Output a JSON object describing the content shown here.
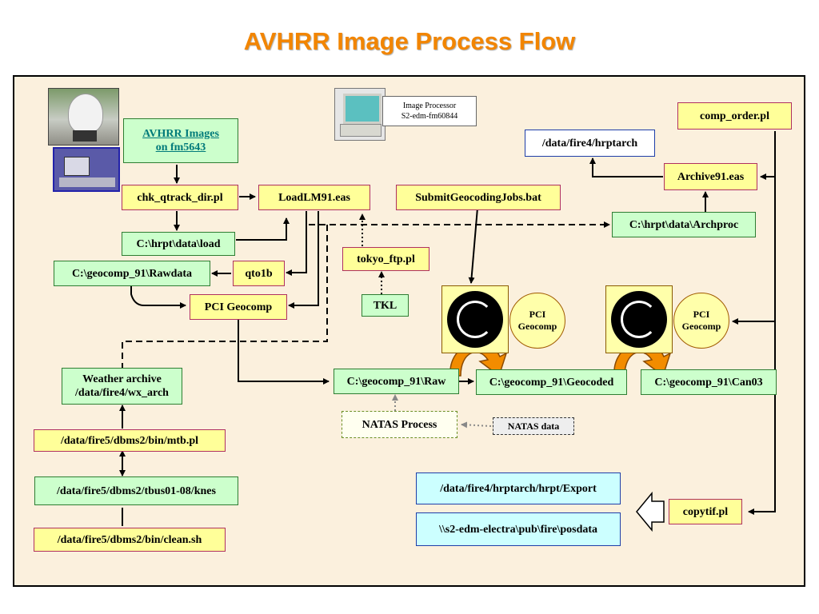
{
  "title": "AVHRR Image Process Flow",
  "nodes": {
    "avhrr_images": "AVHRR Images",
    "avhrr_images_line2": "on fm5643",
    "image_processor": "Image Processor",
    "image_processor_line2": "S2-edm-fm60844",
    "comp_order": "comp_order.pl",
    "hrptarch": "/data/fire4/hrptarch",
    "archive91": "Archive91.eas",
    "chk_qtrack": "chk_qtrack_dir.pl",
    "loadlm91": "LoadLM91.eas",
    "submit_geocoding": "SubmitGeocodingJobs.bat",
    "archproc": "C:\\hrpt\\data\\Archproc",
    "hrpt_load": "C:\\hrpt\\data\\load",
    "tokyo_ftp": "tokyo_ftp.pl",
    "rawdata": "C:\\geocomp_91\\Rawdata",
    "qto1b": "qto1b",
    "pci_geocomp_box": "PCI Geocomp",
    "tkl": "TKL",
    "pci_geocomp_1": "PCI",
    "pci_geocomp_1_line2": "Geocomp",
    "pci_geocomp_2": "PCI",
    "pci_geocomp_2_line2": "Geocomp",
    "weather_archive": "Weather archive",
    "weather_archive_line2": "/data/fire4/wx_arch",
    "raw": "C:\\geocomp_91\\Raw",
    "geocoded": "C:\\geocomp_91\\Geocoded",
    "can03": "C:\\geocomp_91\\Can03",
    "natas_process": "NATAS Process",
    "natas_data": "NATAS data",
    "mtb": "/data/fire5/dbms2/bin/mtb.pl",
    "tbus": "/data/fire5/dbms2/tbus01-08/knes",
    "clean": "/data/fire5/dbms2/bin/clean.sh",
    "export": "/data/fire4/hrptarch/hrpt/Export",
    "posdata": "\\\\s2-edm-electra\\pub\\fire\\posdata",
    "copytif": "copytif.pl"
  },
  "colors": {
    "title": "#f28500",
    "panel": "#fbf0dd",
    "yellow_box": "#ffff99",
    "green_box": "#ccffcc",
    "cyan_box": "#ccffff",
    "orange_arrow": "#f28c00"
  },
  "icons": [
    "satellite-dish-photo",
    "ground-station-photo",
    "computer-icon",
    "processing-disc-icon",
    "orange-curved-arrow-icon",
    "hollow-left-arrow-icon"
  ]
}
